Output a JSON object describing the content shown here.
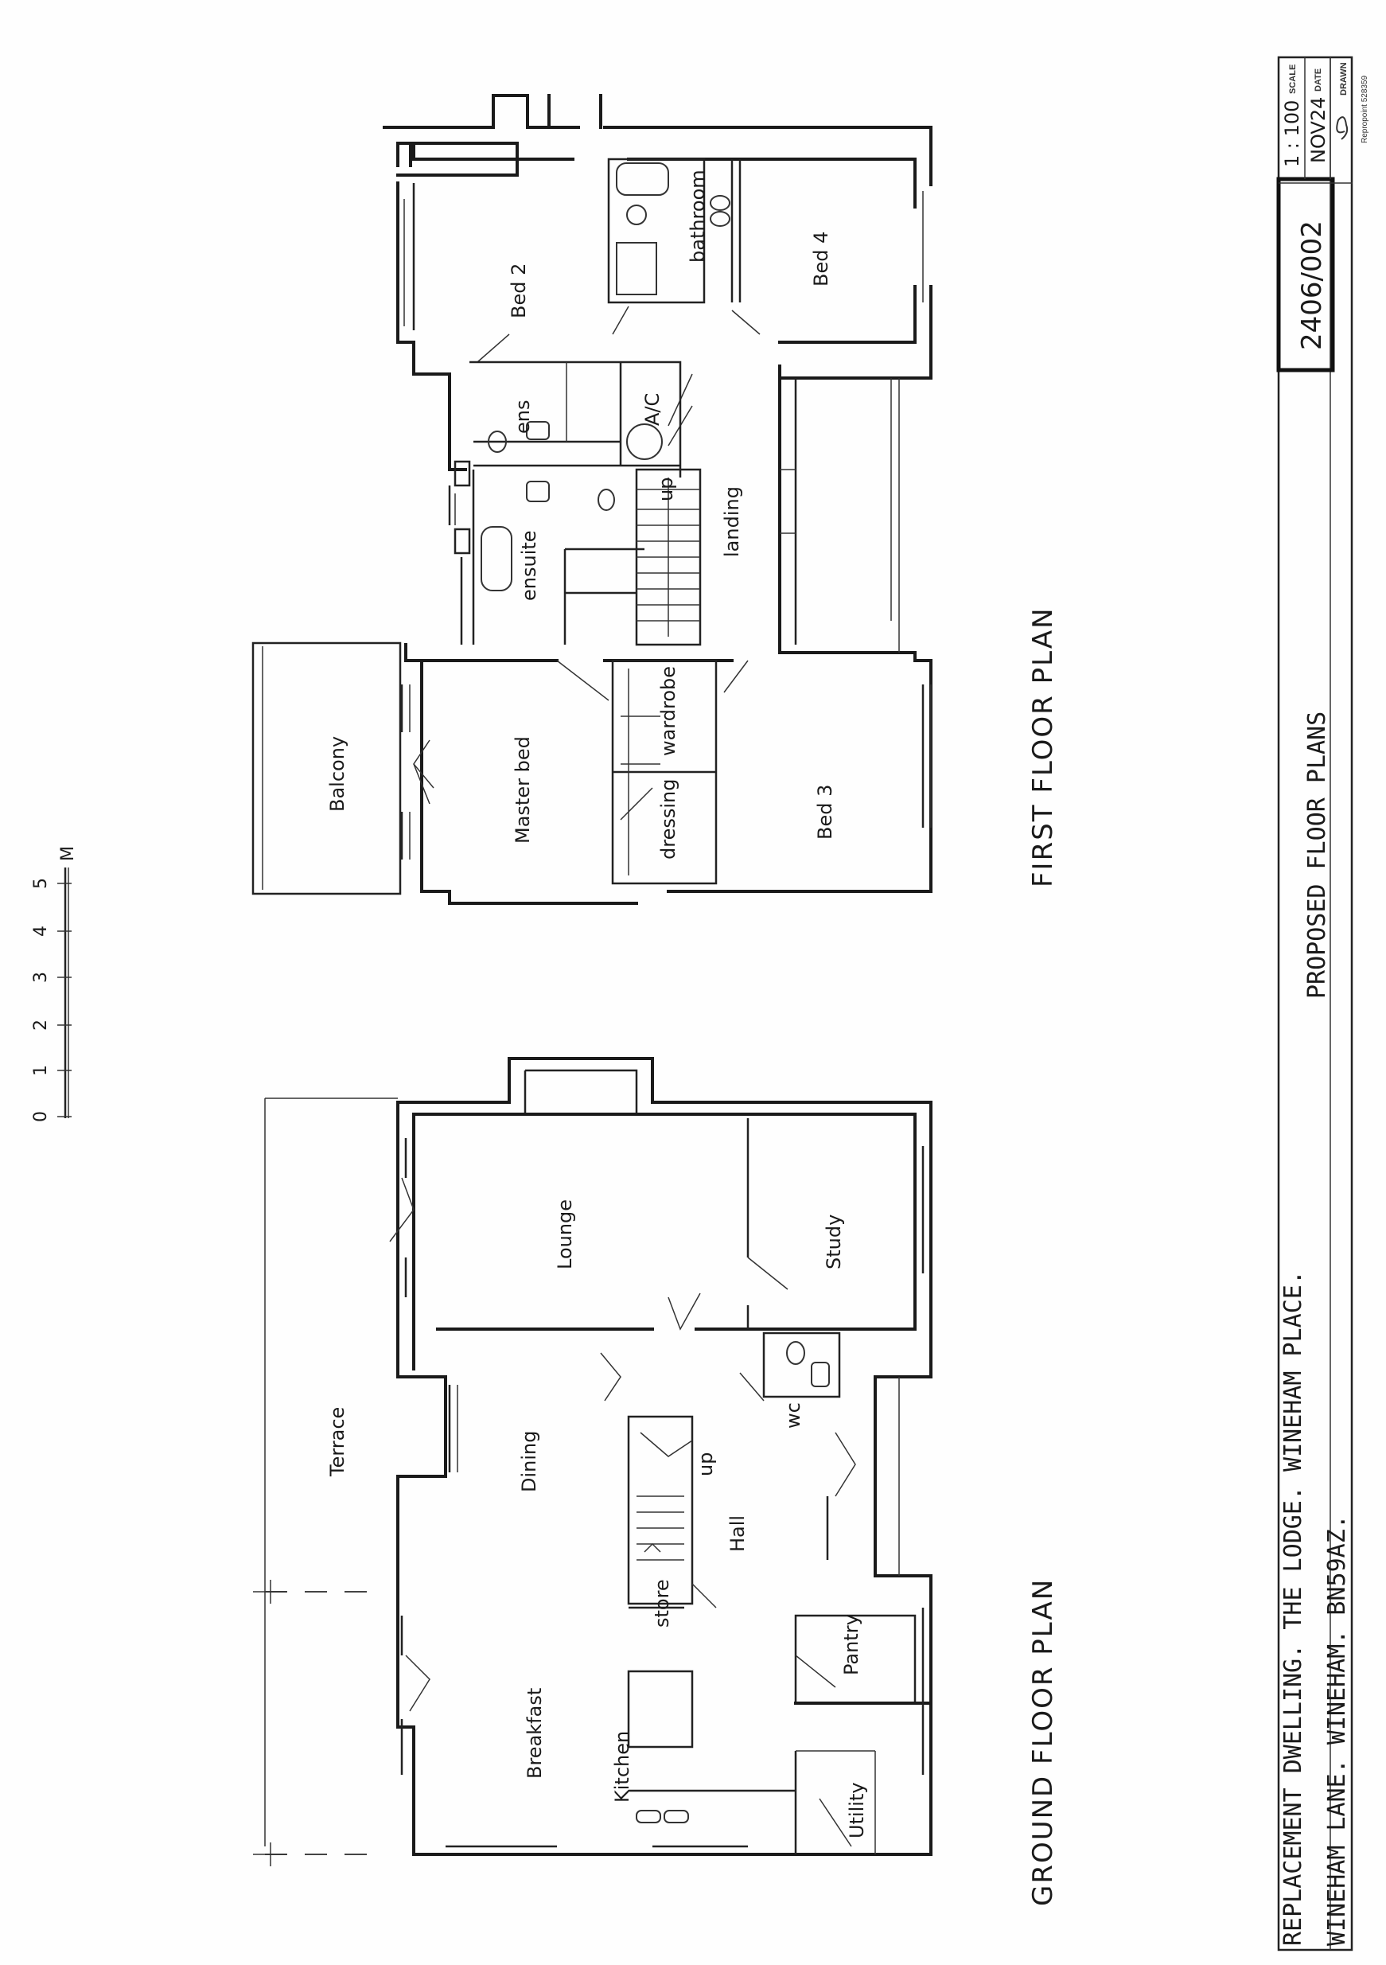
{
  "drawing": {
    "title_line_1": "REPLACEMENT DWELLING. THE LODGE. WINEHAM PLACE.",
    "title_line_2": "WINEHAM LANE. WINEHAM.  BN59AZ.",
    "sheet_title": "PROPOSED  FLOOR  PLANS",
    "drawing_number": "2406/002",
    "scale_label": "SCALE",
    "scale_value": "1 : 100",
    "date_label": "DATE",
    "date_value": "NOV24",
    "drawn_label": "DRAWN",
    "drawn_value": "signature",
    "print_mark": "Repropoint 528359"
  },
  "scale_bar": {
    "ticks": [
      "0",
      "1",
      "2",
      "3",
      "4",
      "5"
    ],
    "unit": "M"
  },
  "first_floor": {
    "title": "FIRST  FLOOR  PLAN",
    "rooms": {
      "bed2": "Bed  2",
      "bathroom": "bathroom",
      "bed4": "Bed  4",
      "ens": "ens",
      "ac": "A/C",
      "up": "up",
      "landing": "landing",
      "ensuite": "ensuite",
      "wardrobe": "wardrobe",
      "dressing": "dressing",
      "master_bed": "Master  bed",
      "balcony": "Balcony",
      "bed3": "Bed  3"
    }
  },
  "ground_floor": {
    "title": "GROUND  FLOOR  PLAN",
    "rooms": {
      "lounge": "Lounge",
      "study": "Study",
      "wc": "wc",
      "terrace": "Terrace",
      "dining": "Dining",
      "up": "up",
      "hall": "Hall",
      "store": "store",
      "pantry": "Pantry",
      "breakfast": "Breakfast",
      "kitchen": "Kitchen",
      "utility": "Utility"
    }
  }
}
